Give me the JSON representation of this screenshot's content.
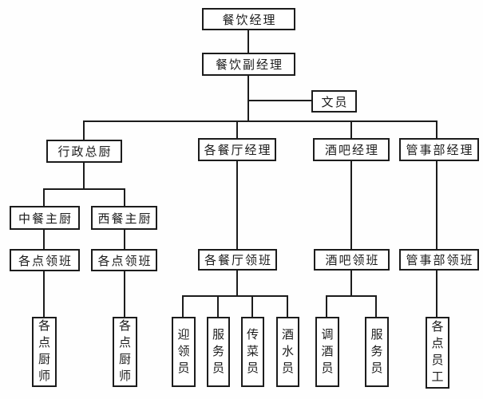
{
  "diagram": {
    "type": "org-chart",
    "colors": {
      "line": "#1c1c1c",
      "box_border": "#1c1c1c",
      "box_background": "#ffffff",
      "page_background": "#fefefe",
      "text": "#1c1c1c"
    },
    "nodes": [
      {
        "id": "catering-manager",
        "label": "餐饮经理",
        "parent": null
      },
      {
        "id": "deputy-catering-manager",
        "label": "餐饮副经理",
        "parent": "catering-manager"
      },
      {
        "id": "clerk",
        "label": "文员",
        "parent": "deputy-catering-manager"
      },
      {
        "id": "executive-chef",
        "label": "行政总厨",
        "parent": "deputy-catering-manager"
      },
      {
        "id": "restaurant-managers",
        "label": "各餐厅经理",
        "parent": "deputy-catering-manager"
      },
      {
        "id": "bar-manager",
        "label": "酒吧经理",
        "parent": "deputy-catering-manager"
      },
      {
        "id": "steward-dept-manager",
        "label": "管事部经理",
        "parent": "deputy-catering-manager"
      },
      {
        "id": "chinese-head-chef",
        "label": "中餐主厨",
        "parent": "executive-chef"
      },
      {
        "id": "western-head-chef",
        "label": "西餐主厨",
        "parent": "executive-chef"
      },
      {
        "id": "station-foreman-chinese",
        "label": "各点领班",
        "parent": "chinese-head-chef"
      },
      {
        "id": "station-foreman-western",
        "label": "各点领班",
        "parent": "western-head-chef"
      },
      {
        "id": "restaurant-foreman",
        "label": "各餐厅领班",
        "parent": "restaurant-managers"
      },
      {
        "id": "bar-foreman",
        "label": "酒吧领班",
        "parent": "bar-manager"
      },
      {
        "id": "steward-foreman",
        "label": "管事部领班",
        "parent": "steward-dept-manager"
      },
      {
        "id": "station-cooks-chinese",
        "label": "各点厨师",
        "parent": "station-foreman-chinese"
      },
      {
        "id": "station-cooks-western",
        "label": "各点厨师",
        "parent": "station-foreman-western"
      },
      {
        "id": "greeter",
        "label": "迎领员",
        "parent": "restaurant-foreman"
      },
      {
        "id": "restaurant-waiter",
        "label": "服务员",
        "parent": "restaurant-foreman"
      },
      {
        "id": "food-runner",
        "label": "传菜员",
        "parent": "restaurant-foreman"
      },
      {
        "id": "beverage-staff",
        "label": "酒水员",
        "parent": "restaurant-foreman"
      },
      {
        "id": "bartender",
        "label": "调酒员",
        "parent": "bar-foreman"
      },
      {
        "id": "bar-waiter",
        "label": "服务员",
        "parent": "bar-foreman"
      },
      {
        "id": "station-staff",
        "label": "各点员工",
        "parent": "steward-foreman"
      }
    ]
  }
}
